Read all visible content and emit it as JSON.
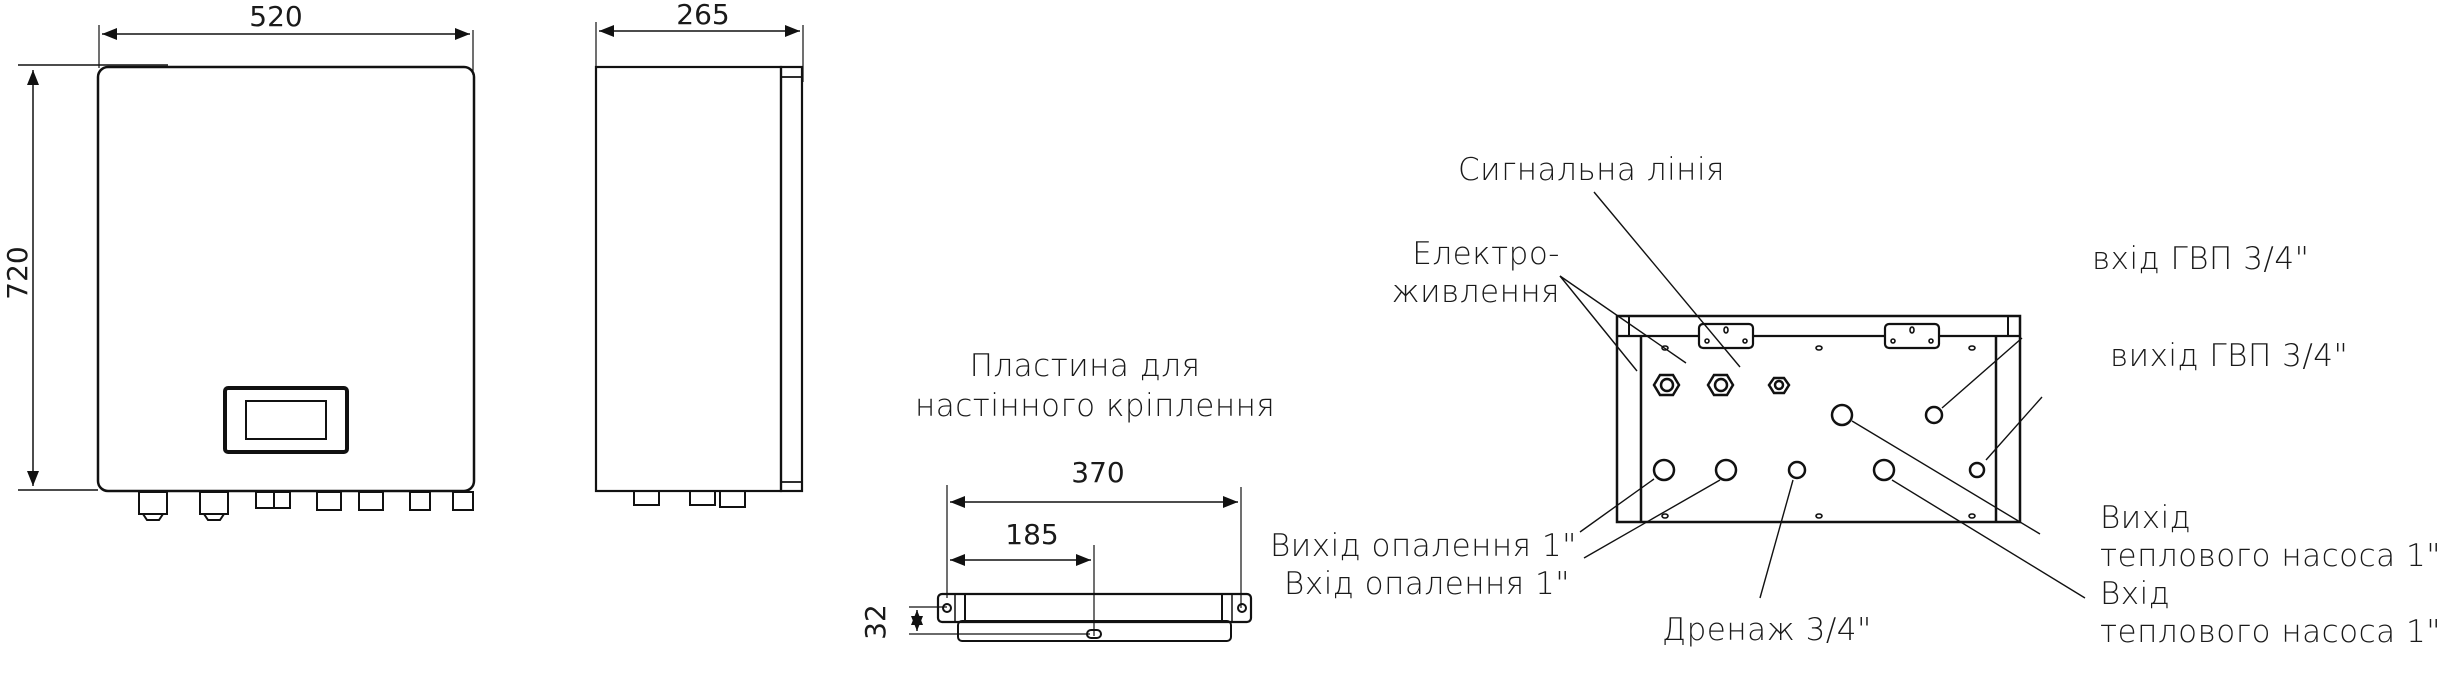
{
  "diagram": {
    "front_view": {
      "width_dimension": "520",
      "height_dimension": "720"
    },
    "side_view": {
      "depth_dimension": "265"
    },
    "mounting_plate": {
      "title_line1": "Пластина для",
      "title_line2": "настінного кріплення",
      "total_width_dimension": "370",
      "half_width_dimension": "185",
      "height_dimension": "32"
    },
    "connections_view": {
      "labels": {
        "signal_line": "Сигнальна лінія",
        "power_supply_line1": "Електро-",
        "power_supply_line2": "живлення",
        "dhw_inlet": "вхід ГВП 3/4\"",
        "dhw_outlet": "вихід ГВП 3/4\"",
        "heating_outlet": "Вихід опалення 1\"",
        "heating_inlet": "Вхід опалення 1\"",
        "drain": "Дренаж 3/4\"",
        "heat_pump_outlet_line1": "Вихід",
        "heat_pump_outlet_line2": "теплового насоса 1\"",
        "heat_pump_inlet_line1": "Вхід",
        "heat_pump_inlet_line2": "теплового насоса 1\""
      }
    },
    "colors": {
      "line": "#111111",
      "background": "#ffffff"
    }
  }
}
